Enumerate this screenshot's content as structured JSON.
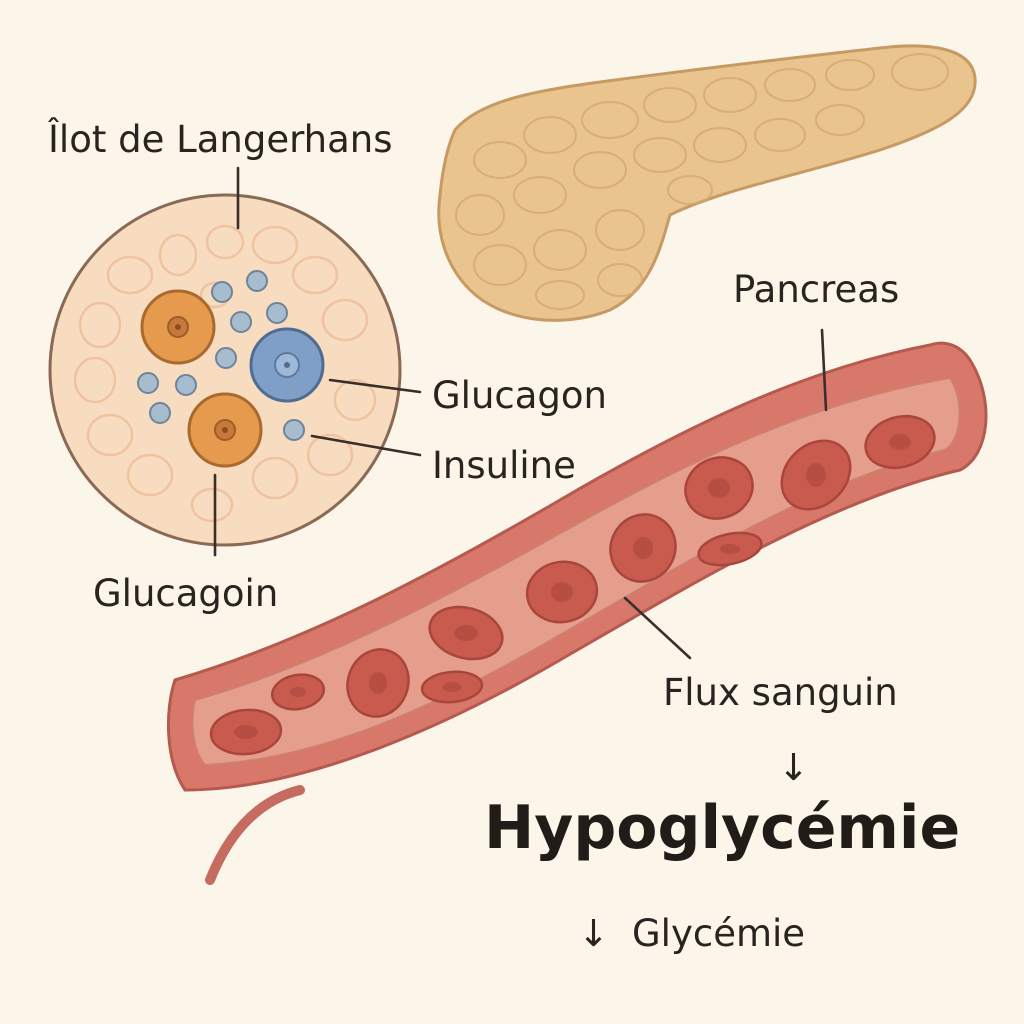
{
  "labels": {
    "islet": "Îlot de Langerhans",
    "pancreas": "Pancreas",
    "glucagon": "Glucagon",
    "insulin": "Insuline",
    "glucagoin": "Glucagoin",
    "blood_flow": "Flux sanguin",
    "hypoglycemia": "Hypoglycémie",
    "glycemia": "Glycémie",
    "arrow_flow": "↓",
    "arrow_glycemia": "↓"
  },
  "colors": {
    "background": "#fbf5ea",
    "pancreas": "#e9c48f",
    "islet_fill": "#f8dcc0",
    "alpha_cell": "#e59a4d",
    "beta_cell": "#7f9fc7",
    "small_granule": "#a7bccf",
    "vessel": "#d8786a",
    "vessel_inner": "#e59e8c",
    "red_cell": "#c85a4e"
  }
}
